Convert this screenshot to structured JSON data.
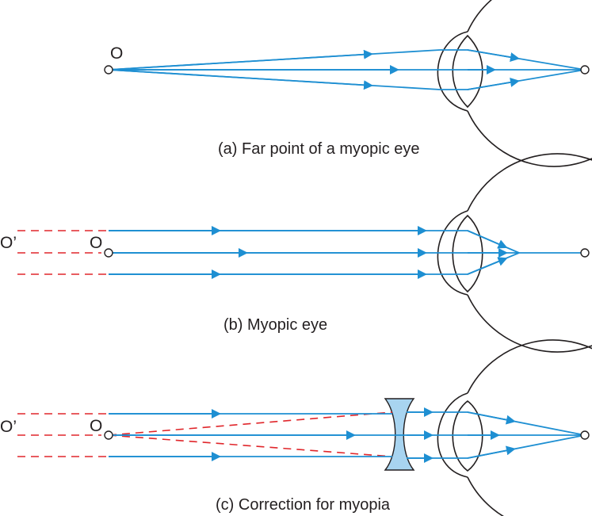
{
  "panels": [
    {
      "id": "a",
      "caption": "(a) Far point of a myopic eye",
      "object_label": "O"
    },
    {
      "id": "b",
      "caption": "(b) Myopic eye",
      "object_label": "O",
      "far_label": "O’"
    },
    {
      "id": "c",
      "caption": "(c) Correction for myopia",
      "object_label": "O",
      "far_label": "O’"
    }
  ],
  "colors": {
    "ray": "#1e8fd2",
    "extension": "#e0262b",
    "outline": "#231f20",
    "lens_fill": "#a8d4f0",
    "background": "#ffffff"
  }
}
